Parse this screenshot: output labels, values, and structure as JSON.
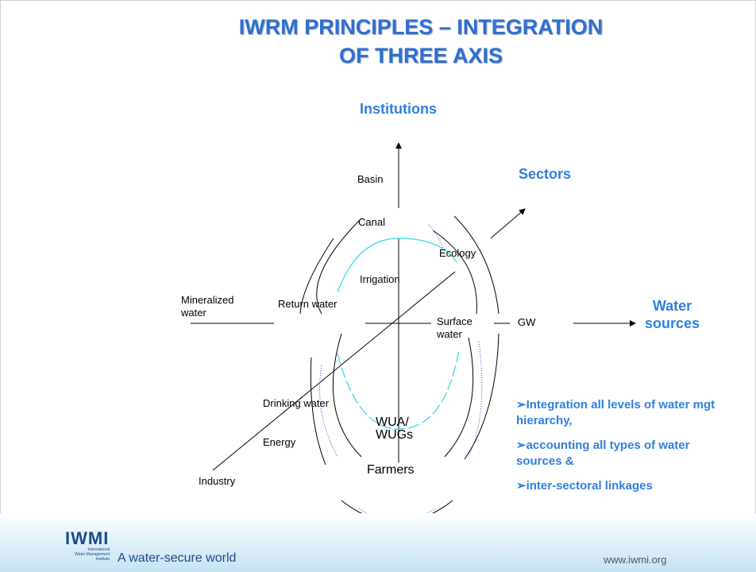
{
  "title": {
    "line1": "IWRM PRINCIPLES – INTEGRATION",
    "line2": "OF THREE AXIS"
  },
  "axes": {
    "institutions": "Institutions",
    "sectors": "Sectors",
    "water_sources_line1": "Water",
    "water_sources_line2": "sources"
  },
  "labels": {
    "basin": "Basin",
    "canal": "Canal",
    "ecology": "Ecology",
    "irrigation": "Irrigation",
    "mineralized_line1": "Mineralized",
    "mineralized_line2": "water",
    "return_water": "Return water",
    "surface_line1": "Surface",
    "surface_line2": "water",
    "gw": "GW",
    "drinking_water": "Drinking water",
    "wua_line1": "WUA/",
    "wua_line2": "WUGs",
    "energy": "Energy",
    "farmers": "Farmers",
    "industry": "Industry"
  },
  "bullets": [
    "Integration all levels of water mgt hierarchy,",
    "accounting all types of water sources &",
    "inter-sectoral linkages"
  ],
  "bullet_symbol": "➢",
  "footer": {
    "logo": "IWMI",
    "logo_sub_line1": "International",
    "logo_sub_line2": "Water Management",
    "logo_sub_line3": "Institute",
    "tagline": "A water-secure world",
    "url": "www.iwmi.org"
  },
  "colors": {
    "title": "#2f6fd0",
    "axis_label": "#2f7fe0",
    "cyan_ellipse": "#33d6e6",
    "blue_dotted": "#3b3bd0",
    "logo": "#1a4b8c"
  }
}
